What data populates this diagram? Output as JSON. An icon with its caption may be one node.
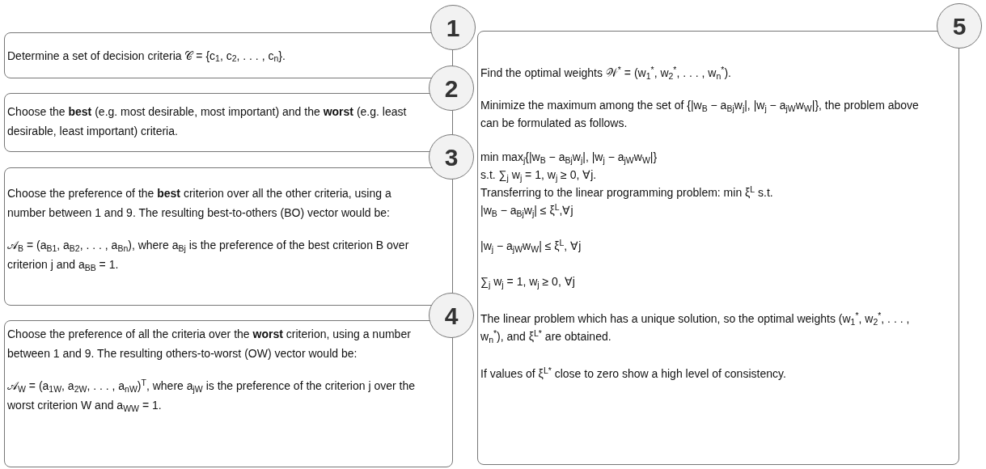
{
  "diagram": {
    "nodes": [
      {
        "text": [
          "1"
        ]
      },
      {
        "text": [
          "Determine a set of decision criteria 𝒞 = {c$_{1}$, c$_{2}$, . . . , c$_{n}$}."
        ]
      },
      {
        "text": [
          "2"
        ]
      },
      {
        "text": [
          "Choose the **best** (e.g. most desirable, most important) and the **worst** (e.g. least desirable, least important) criteria."
        ]
      },
      {
        "text": [
          "3"
        ]
      },
      {
        "text": [
          "Choose the preference of the **best** criterion over all the other criteria, using a number between 1 and 9. The resulting best-to-others (BO) vector would be:",
          "𝒜$_{B}$ = (a$_{B1}$, a$_{B2}$, . . . , a$_{Bn}$), where a$_{Bj}$ is the preference of the best criterion B  over criterion j and a$_{BB}$ = 1."
        ]
      },
      {
        "text": [
          "4"
        ]
      },
      {
        "text": [
          "Choose the preference of all the criteria over the **worst** criterion, using a number between 1 and 9. The resulting others-to-worst (OW) vector would be:",
          "𝒜$_{W}$ = (a$_{1W}$, a$_{2W}$, . . . , a$_{nW}$)$^{T}$, where a$_{jW}$ is the preference of the criterion  j over the worst criterion W and a$_{WW}$ = 1."
        ]
      },
      {
        "text": [
          "5"
        ]
      },
      {
        "text": [
          "Find the optimal weights 𝒲$^{*}$ = (w$_{1}$$^{*}$, w$_{2}$$^{*}$, . . . , w$_{n}$$^{*}$).",
          "Minimize the maximum among  the set of {|w$_{B}$ − a$_{Bj}$w$_{j}$|, |w$_{j}$ − a$_{jW}$w$_{W}$|}, the problem above can be formulated as follows.",
          "min max$_{j}${|w$_{B}$ − a$_{Bj}$w$_{j}$|, |w$_{j}$ − a$_{jW}$w$_{W}$|}",
          "s.t. ∑$_{j}$ w$_{j}$ = 1, w$_{j}$ ≥ 0, ∀j.",
          "Transferring to the linear programming problem: min ξ$^{L}$ s.t.",
          "|w$_{B}$ − a$_{Bj}$w$_{j}$| ≤ ξ$^{L}$,∀j",
          "|w$_{j}$ − a$_{jW}$w$_{W}$| ≤ ξ$^{L}$, ∀j",
          "∑$_{j}$ w$_{j}$ = 1, w$_{j}$ ≥ 0, ∀j",
          "The linear problem which has a unique solution, so the optimal weights (w$_{1}$$^{*}$, w$_{2}$$^{*}$, . . . , w$_{n}$$^{*}$),  and ξ$^{L*}$ are obtained.",
          "If values of  ξ$^{L*}$ close to zero show a high level of consistency."
        ]
      }
    ]
  }
}
